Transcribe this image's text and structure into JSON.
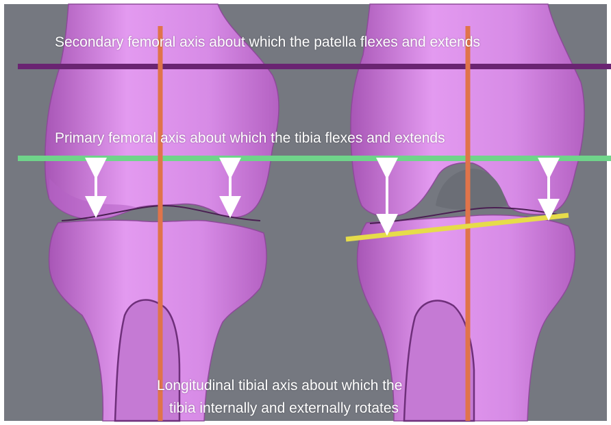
{
  "labels": {
    "secondary_axis": "Secondary femoral axis about which the patella flexes and extends",
    "primary_axis": "Primary femoral axis about which the tibia flexes and extends",
    "longitudinal_axis_line1": "Longitudinal tibial axis about which the",
    "longitudinal_axis_line2": "tibia internally and externally rotates"
  },
  "colors": {
    "background": "#757880",
    "bone": "#d98ae6",
    "bone_shadow": "#9c4fa8",
    "secondary_axis_line": "#6a2472",
    "primary_axis_line": "#6fd48a",
    "longitudinal_axis_line": "#e0744a",
    "tilted_joint_line": "#e6dc4a",
    "arrows": "#ffffff"
  }
}
